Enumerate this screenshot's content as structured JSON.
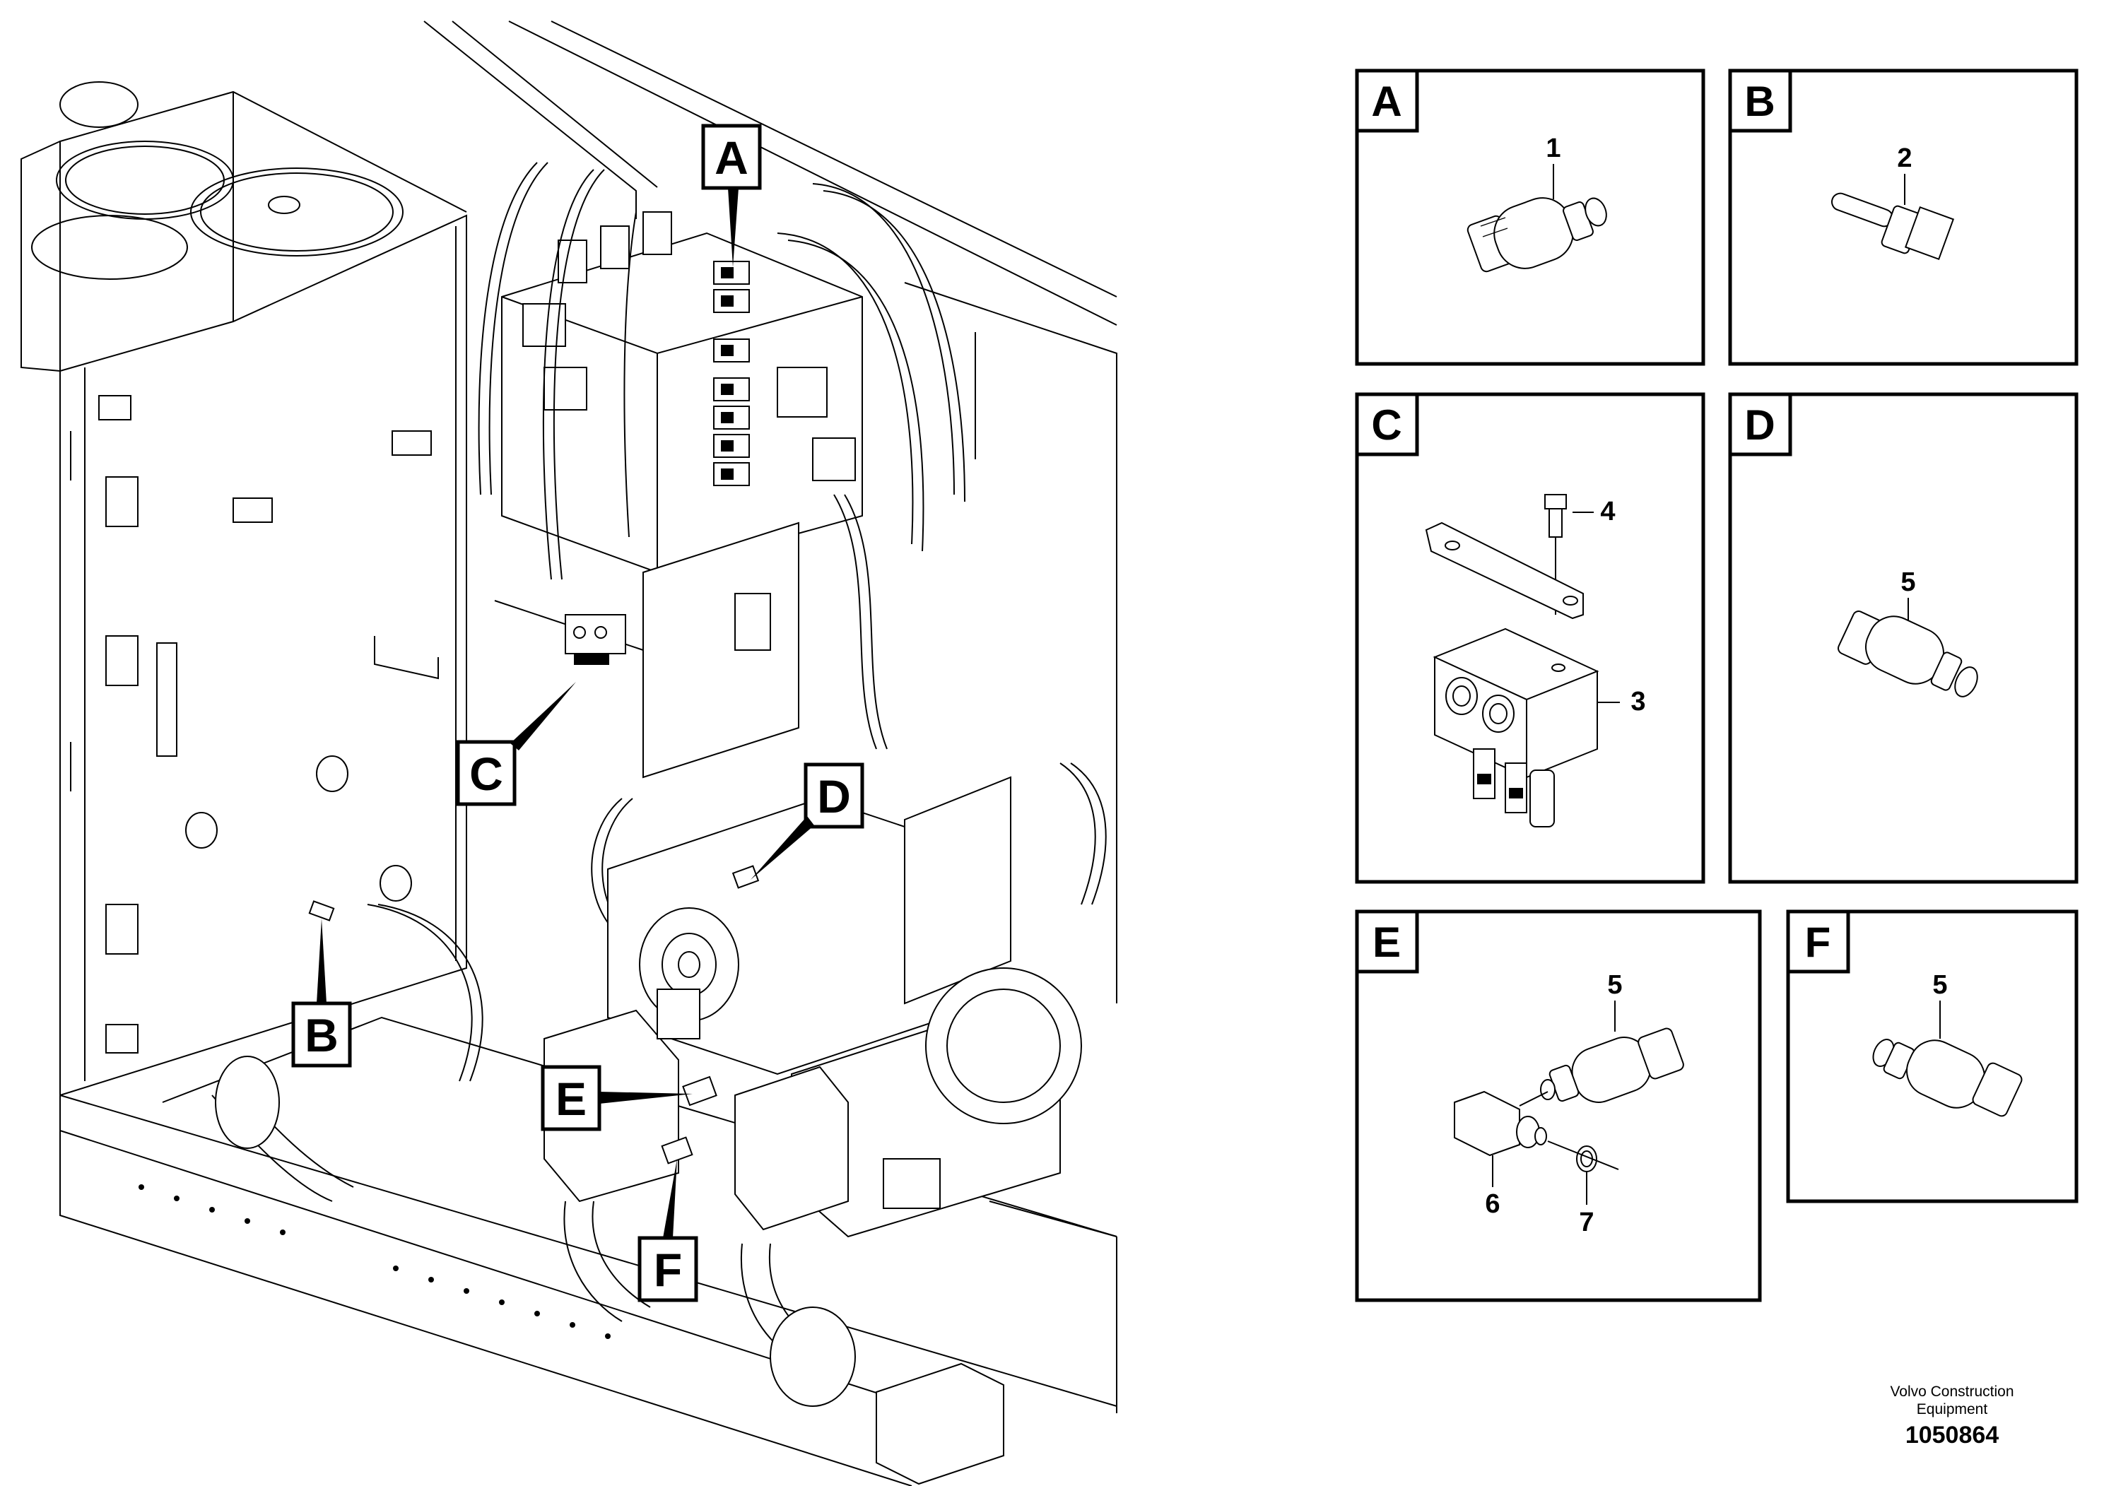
{
  "callouts": [
    {
      "letter": "A"
    },
    {
      "letter": "B"
    },
    {
      "letter": "C"
    },
    {
      "letter": "D"
    },
    {
      "letter": "E"
    },
    {
      "letter": "F"
    }
  ],
  "panels": [
    {
      "letter": "A",
      "parts": [
        "1"
      ]
    },
    {
      "letter": "B",
      "parts": [
        "2"
      ]
    },
    {
      "letter": "C",
      "parts": [
        "4",
        "3"
      ]
    },
    {
      "letter": "D",
      "parts": [
        "5"
      ]
    },
    {
      "letter": "E",
      "parts": [
        "5",
        "6",
        "7"
      ]
    },
    {
      "letter": "F",
      "parts": [
        "5"
      ]
    }
  ],
  "footer": {
    "line1": "Volvo Construction",
    "line2": "Equipment",
    "drawing_number": "1050864"
  }
}
